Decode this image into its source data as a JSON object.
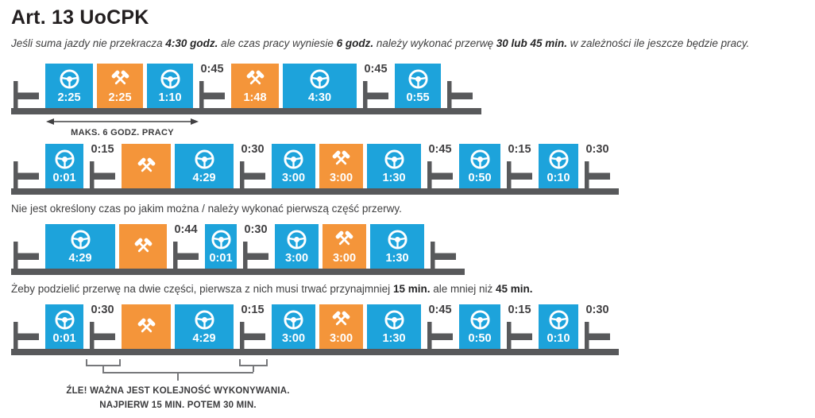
{
  "title": "Art. 13 UoCPK",
  "colors": {
    "drive_color": "#1DA3DB",
    "work_color": "#F4953A",
    "rest_color": "#58595B"
  },
  "subtitle_segments": [
    {
      "t": "Jeśli suma jazdy nie przekracza ",
      "b": false
    },
    {
      "t": "4:30 godz.",
      "b": true
    },
    {
      "t": " ale czas pracy wyniesie ",
      "b": false
    },
    {
      "t": "6 godz.",
      "b": true
    },
    {
      "t": " należy wykonać przerwę ",
      "b": false
    },
    {
      "t": "30 lub 45 min.",
      "b": true
    },
    {
      "t": " w zależności ile jeszcze będzie pracy.",
      "b": false
    }
  ],
  "notes": {
    "first_break": [
      {
        "t": "Nie jest określony czas po jakim można / należy wykonać pierwszą część przerwy.",
        "b": false
      }
    ],
    "split_break": [
      {
        "t": "Żeby podzielić przerwę na dwie części, pierwsza z nich musi trwać przynajmniej ",
        "b": false
      },
      {
        "t": "15 min.",
        "b": true
      },
      {
        "t": " ale mniej niż ",
        "b": false
      },
      {
        "t": "45 min.",
        "b": true
      }
    ]
  },
  "timelines": {
    "row1": {
      "annotation_label": "MAKS. 6 GODZ. PRACY",
      "items": [
        {
          "type": "rest"
        },
        {
          "type": "drive",
          "time": "2:25",
          "w": 60
        },
        {
          "type": "work",
          "time": "2:25",
          "w": 58
        },
        {
          "type": "drive",
          "time": "1:10",
          "w": 58
        },
        {
          "type": "rest",
          "label": "0:45"
        },
        {
          "type": "work",
          "time": "1:48",
          "w": 60
        },
        {
          "type": "drive",
          "time": "4:30",
          "w": 93
        },
        {
          "type": "rest",
          "label": "0:45"
        },
        {
          "type": "drive",
          "time": "0:55",
          "w": 58
        },
        {
          "type": "rest"
        }
      ]
    },
    "row2": {
      "items": [
        {
          "type": "rest"
        },
        {
          "type": "drive",
          "time": "0:01",
          "w": 48
        },
        {
          "type": "rest",
          "label": "0:15"
        },
        {
          "type": "work",
          "w": 62
        },
        {
          "type": "drive",
          "time": "4:29",
          "w": 74
        },
        {
          "type": "rest",
          "label": "0:30"
        },
        {
          "type": "drive",
          "time": "3:00",
          "w": 55
        },
        {
          "type": "work",
          "time": "3:00",
          "w": 55
        },
        {
          "type": "drive",
          "time": "1:30",
          "w": 68
        },
        {
          "type": "rest",
          "label": "0:45"
        },
        {
          "type": "drive",
          "time": "0:50",
          "w": 52
        },
        {
          "type": "rest",
          "label": "0:15"
        },
        {
          "type": "drive",
          "time": "0:10",
          "w": 50
        },
        {
          "type": "rest",
          "label": "0:30"
        }
      ]
    },
    "row3": {
      "items": [
        {
          "type": "rest"
        },
        {
          "type": "drive",
          "time": "4:29",
          "w": 88
        },
        {
          "type": "work",
          "w": 60
        },
        {
          "type": "rest",
          "label": "0:44"
        },
        {
          "type": "drive",
          "time": "0:01",
          "w": 40
        },
        {
          "type": "rest",
          "label": "0:30"
        },
        {
          "type": "drive",
          "time": "3:00",
          "w": 55
        },
        {
          "type": "work",
          "time": "3:00",
          "w": 55
        },
        {
          "type": "drive",
          "time": "1:30",
          "w": 68
        },
        {
          "type": "rest"
        }
      ]
    },
    "row4": {
      "error_lines": [
        "ŹLE! WAŻNA JEST KOLEJNOŚĆ WYKONYWANIA.",
        "NAJPIERW 15 MIN. POTEM 30 MIN."
      ],
      "items": [
        {
          "type": "rest"
        },
        {
          "type": "drive",
          "time": "0:01",
          "w": 48
        },
        {
          "type": "rest",
          "label": "0:30"
        },
        {
          "type": "work",
          "w": 62
        },
        {
          "type": "drive",
          "time": "4:29",
          "w": 74
        },
        {
          "type": "rest",
          "label": "0:15"
        },
        {
          "type": "drive",
          "time": "3:00",
          "w": 55
        },
        {
          "type": "work",
          "time": "3:00",
          "w": 55
        },
        {
          "type": "drive",
          "time": "1:30",
          "w": 68
        },
        {
          "type": "rest",
          "label": "0:45"
        },
        {
          "type": "drive",
          "time": "0:50",
          "w": 52
        },
        {
          "type": "rest",
          "label": "0:15"
        },
        {
          "type": "drive",
          "time": "0:10",
          "w": 50
        },
        {
          "type": "rest",
          "label": "0:30"
        }
      ]
    }
  }
}
